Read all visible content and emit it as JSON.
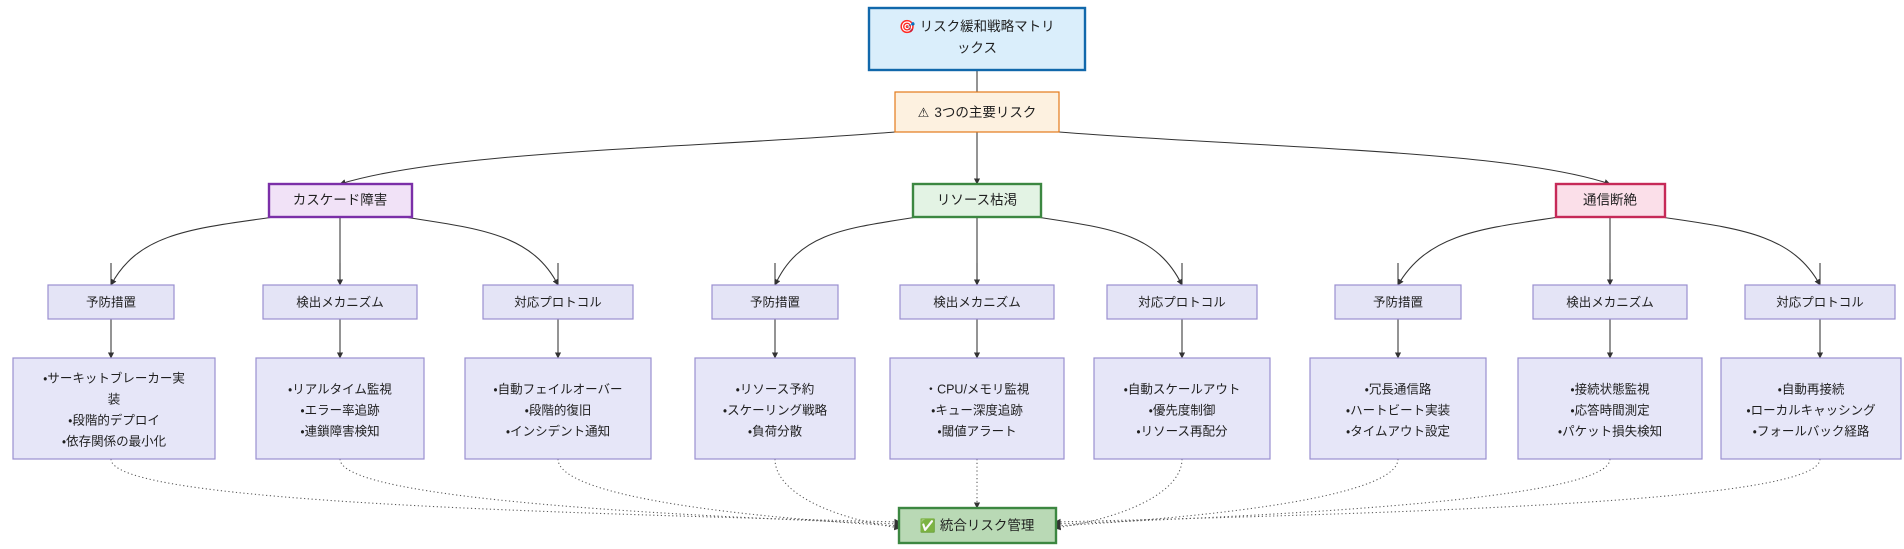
{
  "diagram": {
    "title": "リスク緩和戦略マトリックス",
    "type": "flowchart",
    "direction": "top-down",
    "background": "#ffffff"
  },
  "palette": {
    "root_fill": "#daeefb",
    "root_stroke": "#1168ab",
    "warn_fill": "#fdf1e0",
    "warn_stroke": "#e37a1a",
    "cascade_fill": "#f1e2f7",
    "cascade_stroke": "#7b2fa8",
    "resource_fill": "#e3f3e4",
    "resource_stroke": "#3c8741",
    "comm_fill": "#fbdfe9",
    "comm_stroke": "#c62a58",
    "category_fill": "#e4e4f6",
    "category_stroke": "#9a8fd0",
    "leaf_fill": "#e6e6f8",
    "leaf_stroke": "#9a8fd0",
    "final_fill": "#b9d9b5",
    "final_stroke": "#3c8741",
    "edge": "#333333",
    "dotted_edge": "#555555",
    "text": "#1f1f1f"
  },
  "nodes": {
    "root": {
      "id": "root",
      "icon": "target-icon",
      "icon_glyph": "🎯",
      "lines": [
        "リスク緩和戦略マトリ",
        "ックス"
      ],
      "text": "リスク緩和戦略マトリックス"
    },
    "risks_hub": {
      "id": "risks-hub",
      "icon": "warning-icon",
      "icon_glyph": "⚠️",
      "text": "3つの主要リスク"
    },
    "final": {
      "id": "final",
      "icon": "check-icon",
      "icon_glyph": "✅",
      "text": "統合リスク管理"
    },
    "risks": [
      {
        "id": "cascade",
        "text": "カスケード障害"
      },
      {
        "id": "resource",
        "text": "リソース枯渇"
      },
      {
        "id": "communication",
        "text": "通信断絶"
      }
    ],
    "categories": [
      {
        "id": "cascade-prevention",
        "risk": "cascade",
        "text": "予防措置"
      },
      {
        "id": "cascade-detection",
        "risk": "cascade",
        "text": "検出メカニズム"
      },
      {
        "id": "cascade-response",
        "risk": "cascade",
        "text": "対応プロトコル"
      },
      {
        "id": "resource-prevention",
        "risk": "resource",
        "text": "予防措置"
      },
      {
        "id": "resource-detection",
        "risk": "resource",
        "text": "検出メカニズム"
      },
      {
        "id": "resource-response",
        "risk": "resource",
        "text": "対応プロトコル"
      },
      {
        "id": "comm-prevention",
        "risk": "communication",
        "text": "予防措置"
      },
      {
        "id": "comm-detection",
        "risk": "communication",
        "text": "検出メカニズム"
      },
      {
        "id": "comm-response",
        "risk": "communication",
        "text": "対応プロトコル"
      }
    ],
    "leaves": [
      {
        "id": "cascade-prevention-items",
        "parent": "cascade-prevention",
        "lines": [
          "・サーキットブレーカー実",
          "装",
          "・段階的デプロイ",
          "・依存関係の最小化"
        ],
        "items": [
          "サーキットブレーカー実装",
          "段階的デプロイ",
          "依存関係の最小化"
        ]
      },
      {
        "id": "cascade-detection-items",
        "parent": "cascade-detection",
        "lines": [
          "・リアルタイム監視",
          "・エラー率追跡",
          "・連鎖障害検知"
        ],
        "items": [
          "リアルタイム監視",
          "エラー率追跡",
          "連鎖障害検知"
        ]
      },
      {
        "id": "cascade-response-items",
        "parent": "cascade-response",
        "lines": [
          "・自動フェイルオーバー",
          "・段階的復旧",
          "・インシデント通知"
        ],
        "items": [
          "自動フェイルオーバー",
          "段階的復旧",
          "インシデント通知"
        ]
      },
      {
        "id": "resource-prevention-items",
        "parent": "resource-prevention",
        "lines": [
          "・リソース予約",
          "・スケーリング戦略",
          "・負荷分散"
        ],
        "items": [
          "リソース予約",
          "スケーリング戦略",
          "負荷分散"
        ]
      },
      {
        "id": "resource-detection-items",
        "parent": "resource-detection",
        "lines": [
          "・CPU/メモリ監視",
          "・キュー深度追跡",
          "・閾値アラート"
        ],
        "items": [
          "CPU/メモリ監視",
          "キュー深度追跡",
          "閾値アラート"
        ]
      },
      {
        "id": "resource-response-items",
        "parent": "resource-response",
        "lines": [
          "・自動スケールアウト",
          "・優先度制御",
          "・リソース再配分"
        ],
        "items": [
          "自動スケールアウト",
          "優先度制御",
          "リソース再配分"
        ]
      },
      {
        "id": "comm-prevention-items",
        "parent": "comm-prevention",
        "lines": [
          "・冗長通信路",
          "・ハートビート実装",
          "・タイムアウト設定"
        ],
        "items": [
          "冗長通信路",
          "ハートビート実装",
          "タイムアウト設定"
        ]
      },
      {
        "id": "comm-detection-items",
        "parent": "comm-detection",
        "lines": [
          "・接続状態監視",
          "・応答時間測定",
          "・パケット損失検知"
        ],
        "items": [
          "接続状態監視",
          "応答時間測定",
          "パケット損失検知"
        ]
      },
      {
        "id": "comm-response-items",
        "parent": "comm-response",
        "lines": [
          "・自動再接続",
          "・ローカルキャッシング",
          "・フォールバック経路"
        ],
        "items": [
          "自動再接続",
          "ローカルキャッシング",
          "フォールバック経路"
        ]
      }
    ]
  }
}
